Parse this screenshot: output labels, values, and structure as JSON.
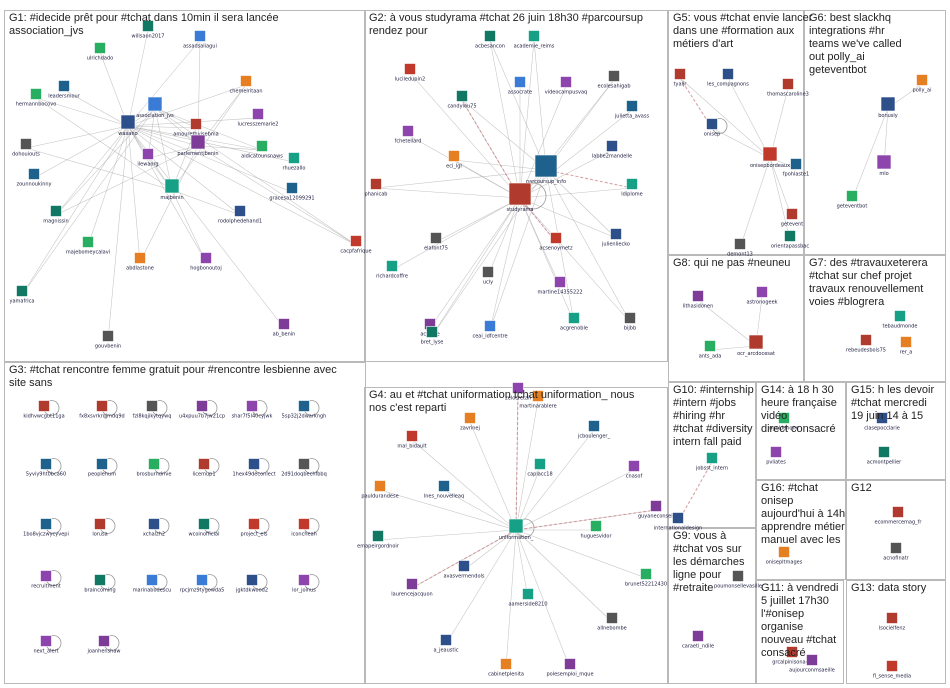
{
  "groups": [
    {
      "id": "G1",
      "title_lines": [
        "G1: #idecide prêt pour #tchat dans 10min il sera lancée",
        "association_jvs"
      ]
    },
    {
      "id": "G2",
      "title_lines": [
        "G2: à vous studyrama #tchat 26 juin 18h30 #parcoursup",
        "rendez pour"
      ]
    },
    {
      "id": "G3",
      "title_lines": [
        "G3: #tchat rencontre femme gratuit pour #rencontre lesbienne avec",
        "site sans"
      ]
    },
    {
      "id": "G4",
      "title_lines": [
        "G4: au et #tchat uniformation tchat uniformation_ nous",
        "nos c'est reparti"
      ]
    },
    {
      "id": "G5",
      "title_lines": [
        "G5: vous #tchat envie lancer",
        "dans une #formation aux",
        "métiers d'art"
      ]
    },
    {
      "id": "G6",
      "title_lines": [
        "G6: best slackhq",
        "integrations #hr",
        "teams we've called",
        "out polly_ai",
        "geteventbot"
      ]
    },
    {
      "id": "G7",
      "title_lines": [
        "G7: des #travauxeterera",
        "#tchat sur chef projet",
        "travaux renouvellement",
        "voies #blogrera"
      ]
    },
    {
      "id": "G8",
      "title_lines": [
        "G8: qui ne pas #neuneu"
      ]
    },
    {
      "id": "G9",
      "title_lines": [
        "G9: vous à",
        "#tchat vos sur",
        "les démarches",
        "ligne pour",
        "#retraite"
      ]
    },
    {
      "id": "G10",
      "title_lines": [
        "G10: #internship",
        "#intern #jobs",
        "#hiring #hr",
        "#tchat #diversity",
        "intern fall paid"
      ]
    },
    {
      "id": "G11",
      "title_lines": [
        "G11: à vendredi",
        "5 juillet 17h30",
        "l'#onisep",
        "organise",
        "nouveau #tchat",
        "consacré"
      ]
    },
    {
      "id": "G12",
      "title_lines": [
        "G12"
      ]
    },
    {
      "id": "G13",
      "title_lines": [
        "G13: data story"
      ]
    },
    {
      "id": "G14",
      "title_lines": [
        "G14: à 18 h 30",
        "heure française",
        "vidéo",
        "direct consacré"
      ]
    },
    {
      "id": "G15",
      "title_lines": [
        "G15: h les devoir",
        "#tchat mercredi",
        "19 juin 14 à 15"
      ]
    },
    {
      "id": "G16",
      "title_lines": [
        "G16: #tchat",
        "onisep",
        "aujourd'hui à 14h",
        "apprendre métier",
        "manuel avec les"
      ]
    }
  ],
  "nodes": {
    "G1": [
      "willsaon2017",
      "assadsaliagui",
      "ulrichdado",
      "leadersmour",
      "chemelritaan",
      "lucresszemarie2",
      "hermannbocovo",
      "association_jvs",
      "amourethvisebma",
      "aidicatounsnaws",
      "dohouiouts",
      "waxano",
      "ilewaorg",
      "parlementjbenin",
      "rhuezallo",
      "zounnoukinny",
      "majbenin",
      "gracesa12099291",
      "magnissin",
      "rodolphedehand1",
      "cacpfafrique",
      "majebomeycalavi",
      "abdlastone",
      "hogbonoutoj",
      "yamafrica",
      "ab_benin",
      "gouvbenin"
    ],
    "G2": [
      "acbesancon",
      "academie_reims",
      "ecolesahigab",
      "luciledupin2",
      "assocrate",
      "videocampusvaq",
      "candylou75",
      "julietta_avass",
      "fchetellard",
      "labbe2mandelle",
      "eci_lgl",
      "parcoursup_info",
      "studyrama",
      "phanicab",
      "ldiplome",
      "elafont75",
      "ucly",
      "acsenoymetz",
      "julienliecko",
      "richardcoffre",
      "martine14355222",
      "ac_tyae",
      "ceai_idfcentre",
      "acgrenoble",
      "bijbb",
      "bret_lyse"
    ],
    "G3": [
      "kidhvwcgut11ga",
      "fx8xsvrkrqjmdq9d",
      "fzl8kqjikytqywq",
      "u4xpuu7b7jw21cp",
      "shar7f5l40cyjwk",
      "5sp32j2dwarkngh",
      "5yviy9ht0bca60",
      "peoplehum",
      "brosburndrive",
      "licemup1",
      "1hex49deconlect",
      "2d91doqbechfbbq",
      "1bo8vjczwycyvepi",
      "lorusa",
      "xchalzh2",
      "wcoinofficial",
      "project_els",
      "iconcheah",
      "recruitment",
      "braincoming",
      "marinabodescu",
      "rpcjmz9tygowda5",
      "jgktdkwood2",
      "lor_joinus",
      "next_alert",
      "joanhenshaw"
    ],
    "G4": [
      "zelocretail",
      "martinarablere",
      "mal_bidault",
      "zavrinej",
      "jcboulenger_",
      "caplacc18",
      "pauldurandese",
      "lnes_nouvelleaq",
      "cnasof",
      "emapeirgordnoir",
      "uniformation_",
      "huguesvidor",
      "guyaneconseil",
      "laurencejacquon",
      "avasvermendols",
      "brunet52212430",
      "aamerside8210",
      "allnebombe",
      "a_jeaustic",
      "cabinetplenita",
      "polesemploi_mque"
    ],
    "G5": [
      "tyaljr",
      "les_compagnons",
      "thomascaroline3",
      "onisep",
      "onisepbordeaux",
      "fpohlaste1",
      "getevent",
      "demont13",
      "orientapassbac"
    ],
    "G6": [
      "polly_ai",
      "bonusly",
      "mlo",
      "geteventbot"
    ],
    "G7": [
      "tebaudmonde",
      "rebeudesbois75",
      "rer_a"
    ],
    "G8": [
      "lithasidonen",
      "astronogeek",
      "ocr_arcdocesat",
      "ants_ada"
    ],
    "G10": [
      "jobsst_intern"
    ],
    "G9": [
      "internationaldesign",
      "caraeti_ndile"
    ],
    "G11": [
      "poumonsellevasille",
      "grcalpinisonadv",
      "aujourconmsaeille"
    ],
    "G12": [
      "ecommercemag_fr",
      "acnofinatr"
    ],
    "G13": [
      "lsocielfenz",
      "fl_sense_media"
    ],
    "G14": [
      "ngoldanone",
      "pvliates"
    ],
    "G15": [
      "clasepocclarie",
      "acmontpellier"
    ],
    "G16": [
      "onisepltmages"
    ]
  },
  "colors": {
    "edge": "#a9a9a9",
    "edge_pink": "#c97a80",
    "label": "#1c3c78",
    "box_border": "#b9b9b9",
    "title": "#222222"
  }
}
